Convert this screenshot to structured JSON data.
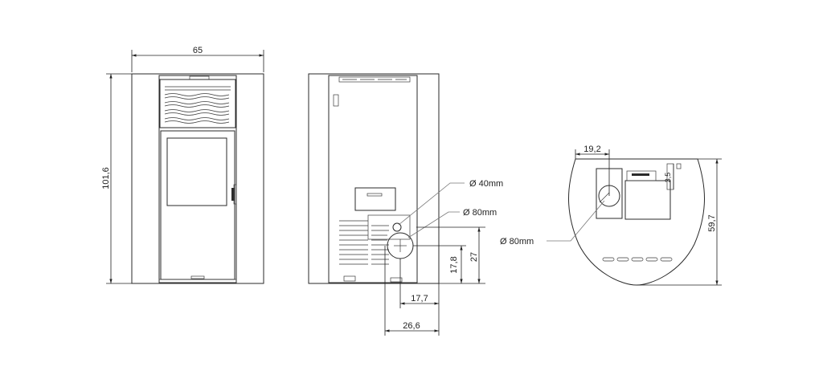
{
  "front_view": {
    "width_label": "65",
    "height_label": "101,6"
  },
  "rear_view": {
    "pipe_small_label": "Ø 40mm",
    "pipe_large_label": "Ø 80mm",
    "pipe_height_label": "27",
    "pipe_center_height_label": "17,8",
    "pipe_offset_small_label": "17,7",
    "pipe_offset_large_label": "26,6"
  },
  "top_view": {
    "offset_label": "19,2",
    "small_offset_label": "3,5",
    "depth_label": "59,7",
    "pipe_label": "Ø 80mm"
  }
}
